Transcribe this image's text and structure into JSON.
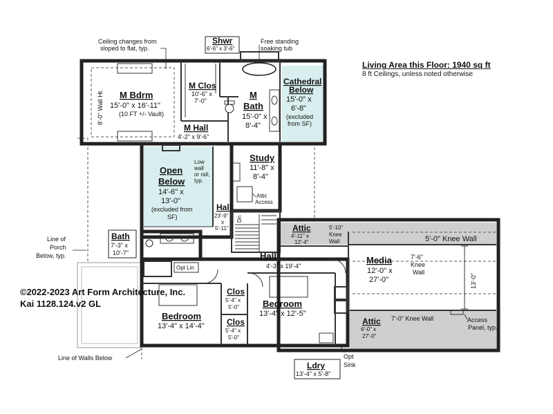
{
  "info": {
    "area_title": "Living Area this Floor: 1940 sq ft",
    "ceiling_note": "8 ft Ceilings, unless noted otherwise",
    "copyright": "©2022-2023 Art Form Architecture, Inc.",
    "plan_id": "Kai 1128.124.v2 GL"
  },
  "rooms": {
    "m_bdrm": {
      "name": "M Bdrm",
      "dims": "15'-0\" x 16'-11\"",
      "note": "(10 FT +/- Vault)",
      "wall_ht": "8'-0\" Wall Ht."
    },
    "m_clos": {
      "name": "M Clos",
      "dims1": "10'-6\" x",
      "dims2": "7'-0\""
    },
    "m_bath": {
      "name1": "M",
      "name2": "Bath",
      "dims1": "15'-0\" x",
      "dims2": "8'-4\""
    },
    "cathedral": {
      "name1": "Cathedral",
      "name2": "Below",
      "dims1": "15'-0\" x",
      "dims2": "6'-8\"",
      "note1": "(excluded",
      "note2": "from SF)"
    },
    "m_hall": {
      "name": "M Hall",
      "dims": "4'-2\" x 9'-6\""
    },
    "shwr": {
      "name": "Shwr",
      "dims": "6'-6\" x 3'-6\""
    },
    "open_below": {
      "name1": "Open",
      "name2": "Below",
      "dims1": "14'-6\" x",
      "dims2": "13'-0\"",
      "note1": "(excluded from",
      "note2": "SF)"
    },
    "low_wall": {
      "l1": "Low",
      "l2": "wall",
      "l3": "or rail,",
      "l4": "typ."
    },
    "study": {
      "name": "Study",
      "dims1": "11'-8\" x",
      "dims2": "8'-4\""
    },
    "attic_access": {
      "l1": "Attic",
      "l2": "Access"
    },
    "hall_v": {
      "name": "Hall",
      "dims1": "23'-9\"",
      "dims2": "x",
      "dims3": "5'-11\""
    },
    "dn": "Dn",
    "bath": {
      "name": "Bath",
      "dims1": "7'-3\" x",
      "dims2": "10'-7\""
    },
    "opt_lin": "Opt Lin",
    "hall_h": {
      "name": "Hall",
      "dims": "4'-3\" x 19'-4\""
    },
    "bedroom_l": {
      "name": "Bedroom",
      "dims": "13'-4\" x 14'-4\""
    },
    "clos1": {
      "name": "Clos",
      "dims1": "5'-4\" x",
      "dims2": "5'-0\""
    },
    "clos2": {
      "name": "Clos",
      "dims1": "5'-4\" x",
      "dims2": "5'-0\""
    },
    "bedroom_r": {
      "name": "Bedroom",
      "dims": "13'-4\" x 12'-5\""
    },
    "attic_top": {
      "name": "Attic",
      "dims1": "4'-11\" x",
      "dims2": "12'-4\""
    },
    "knee_wall_small": {
      "l1": "5'-10\"",
      "l2": "Knee",
      "l3": "Wall"
    },
    "knee_wall_top": "5'-0\" Knee Wall",
    "media": {
      "name": "Media",
      "dims1": "12'-0\" x",
      "dims2": "27'-0\""
    },
    "knee_wall_mid": {
      "l1": "7'-6\"",
      "l2": "Knee",
      "l3": "Wall"
    },
    "media_dim": "13'-0\"",
    "attic_bot": {
      "name": "Attic",
      "dims1": "6'-0\" x",
      "dims2": "27'-0\""
    },
    "knee_wall_bot": "7'-0\" Knee Wall",
    "access_panel": {
      "l1": "Access",
      "l2": "Panel, typ."
    },
    "ldry": {
      "name": "Ldry",
      "dims": "13'-4\" x 5'-8\""
    },
    "opt_sink": {
      "l1": "Opt",
      "l2": "Sink"
    }
  },
  "notes": {
    "ceiling_change1": "Ceiling changes from",
    "ceiling_change2": "sloped to flat, typ.",
    "tub1": "Free standing",
    "tub2": "soaking tub",
    "porch1": "Line of",
    "porch2": "Porch",
    "porch3": "Below, typ.",
    "walls_below": "Line of Walls Below"
  },
  "colors": {
    "glazed_fill": "#d9eeee",
    "attic_fill": "#cfcfcf",
    "wall": "#222222"
  }
}
